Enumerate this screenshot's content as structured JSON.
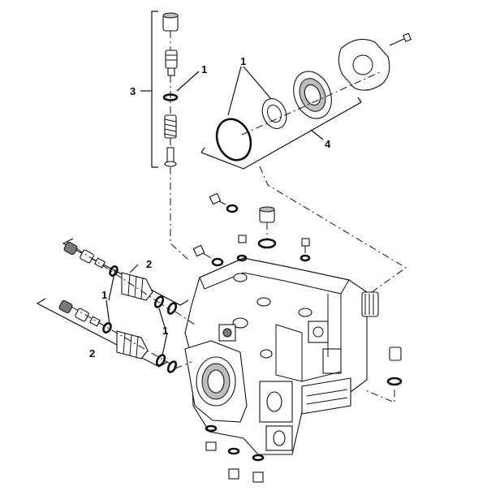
{
  "callouts": {
    "c1_top": "1",
    "c1_right": "1",
    "c1_left": "1",
    "c1_lower": "1",
    "c2_upper": "2",
    "c2_lower": "2",
    "c3": "3",
    "c4": "4"
  }
}
